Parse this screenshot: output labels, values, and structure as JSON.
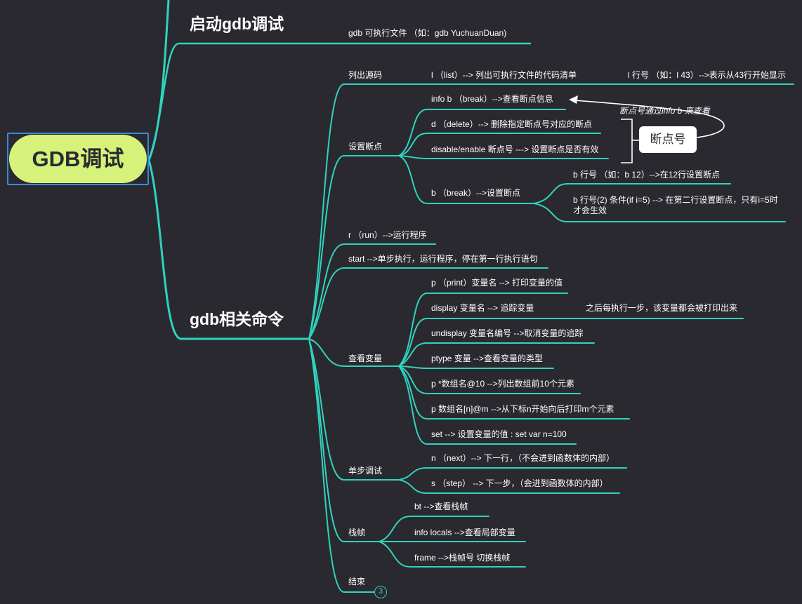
{
  "root": {
    "label": "GDB调试"
  },
  "topics": {
    "start": "启动gdb调试",
    "commands": "gdb相关命令"
  },
  "start_items": {
    "run_file": "gdb 可执行文件 （如：gdb YuchuanDuan)"
  },
  "nodes": {
    "list_source": "列出源码",
    "set_breakpoint": "设置断点",
    "run": "r （run）-->运行程序",
    "start": "start -->单步执行，运行程序，停在第一行执行语句",
    "view_vars": "查看变量",
    "step_debug": "单步调试",
    "stack_frame": "栈帧",
    "end": "结束"
  },
  "list_items": {
    "list": "l （list）--> 列出可执行文件的代码清单",
    "list_line": "l 行号 （如：l 43）-->表示从43行开始显示"
  },
  "breakpoint_items": {
    "info_b": "info b （break）-->查看断点信息",
    "delete": "d （delete）--> 删除指定断点号对应的断点",
    "disable_enable": "disable/enable 断点号 ---> 设置断点是否有效",
    "break": "b （break）-->设置断点",
    "b_line": "b 行号 （如：b 12）-->在12行设置断点",
    "b_cond": "b 行号(2) 条件(if i=5) --> 在第二行设置断点，只有i=5时才会生效"
  },
  "callout": {
    "label": "断点号",
    "note": "断点号通过info b 来查看"
  },
  "var_items": {
    "print": "p （print）变量名 --> 打印变量的值",
    "display": "display 变量名 --> 追踪变量",
    "display_note": "之后每执行一步，该变量都会被打印出来",
    "undisplay": "undisplay 变量名编号 -->取消变量的追踪",
    "ptype": "ptype 变量 -->查看变量的类型",
    "print_array": "p *数组名@10 -->列出数组前10个元素",
    "print_range": "p 数组名[n]@m -->从下标n开始向后打印m个元素",
    "set": "set --> 设置变量的值 : set var n=100"
  },
  "step_items": {
    "next": "n （next）--> 下一行，（不会进到函数体的内部）",
    "step": "s （step） --> 下一步，（会进到函数体的内部）"
  },
  "stack_items": {
    "bt": "bt -->查看栈帧",
    "info_locals": "info locals -->查看局部变量",
    "frame": "frame -->栈帧号  切换栈帧"
  },
  "collapse_badge": "3",
  "colors": {
    "background": "#2b2930",
    "branch": "#2ed4bd",
    "root_fill": "#d6f27a",
    "root_frame": "#3a8ad6",
    "text": "#ffffff"
  }
}
